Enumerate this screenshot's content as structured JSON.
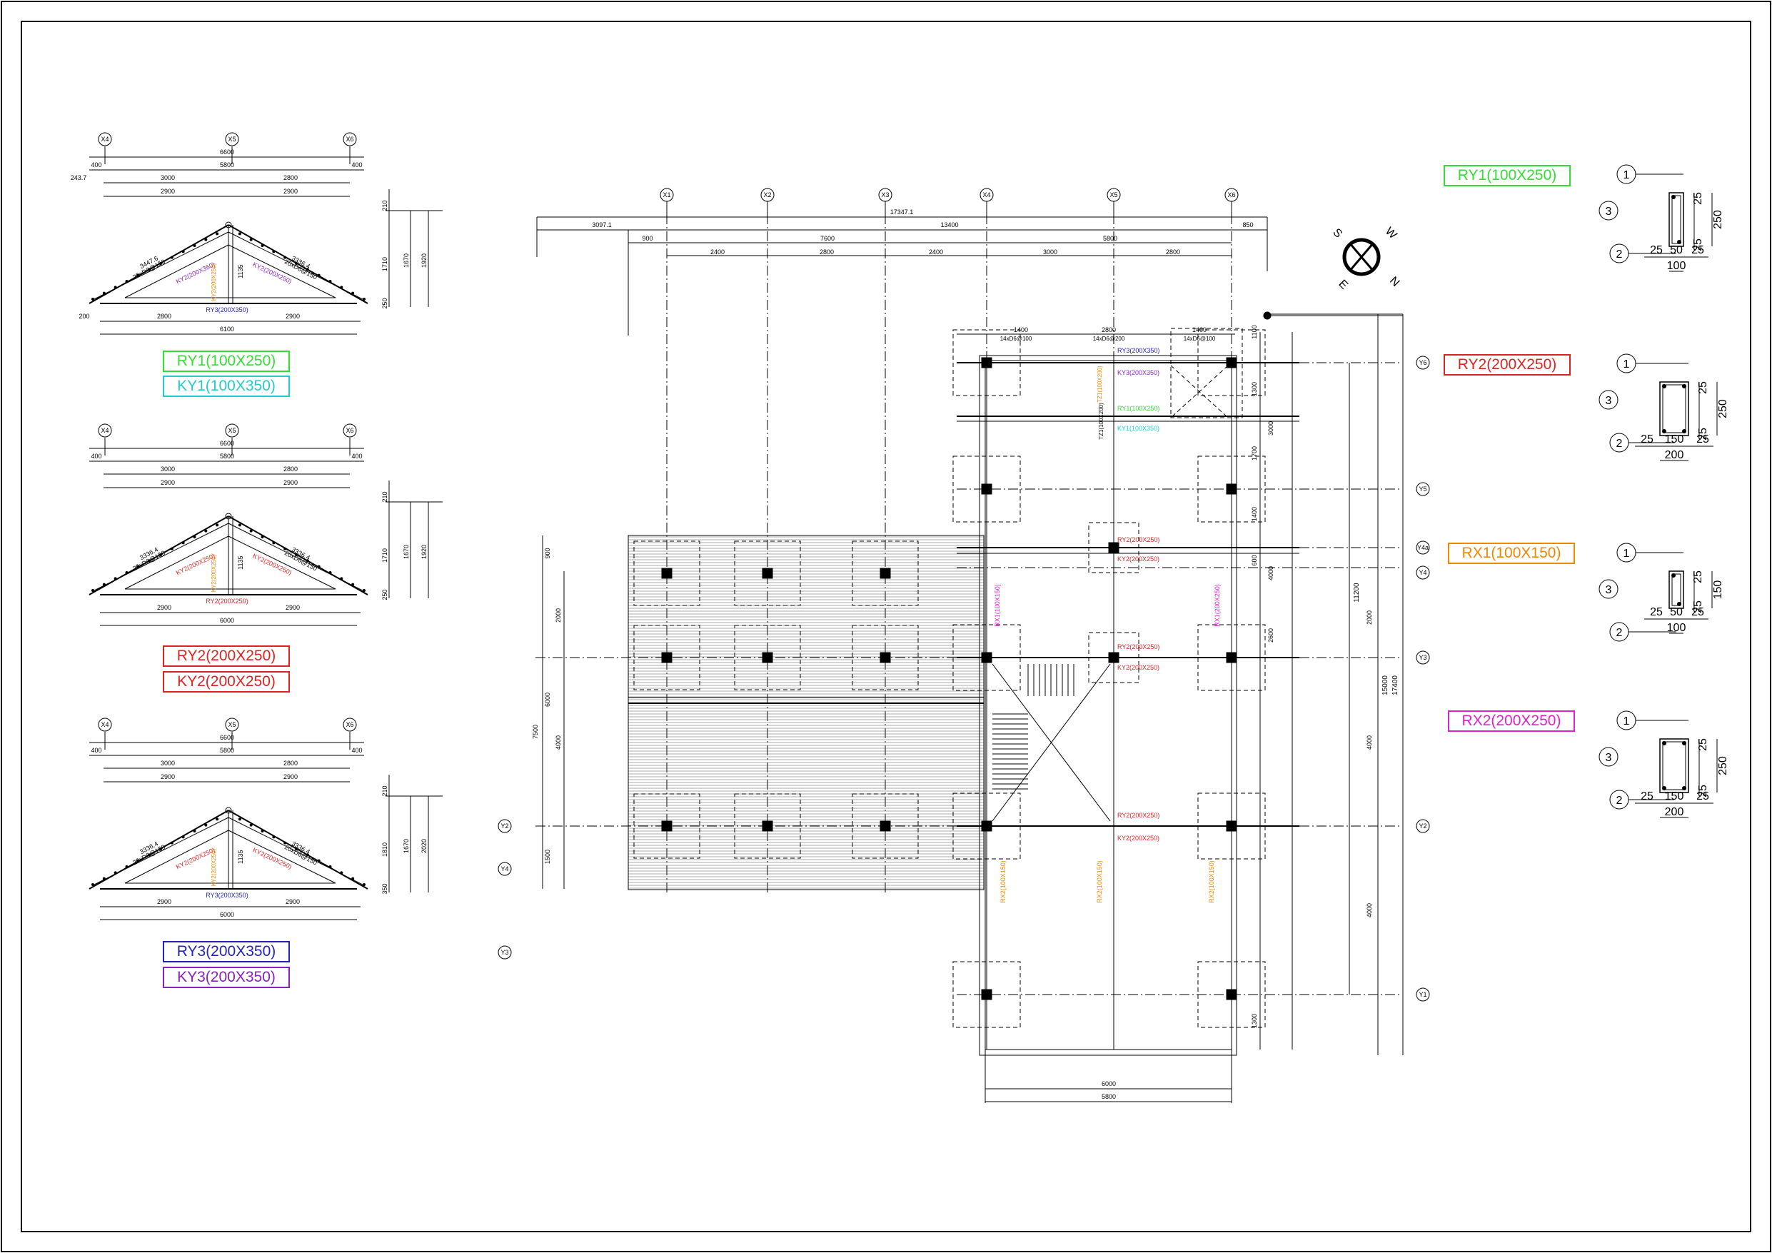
{
  "colors": {
    "green": "#33dd33",
    "cyan": "#22cccc",
    "red": "#dd2222",
    "blue": "#2222bb",
    "purple": "#8822bb",
    "orange": "#ee8800",
    "magenta": "#dd22cc",
    "line": "#000000"
  },
  "grid": {
    "x_top": [
      "X1",
      "X2",
      "X3",
      "X4",
      "X5",
      "X6"
    ],
    "y_right": [
      "Y6",
      "Y5",
      "Y4a",
      "Y4",
      "Y3",
      "Y2",
      "Y1"
    ],
    "y_left": [
      "Y2",
      "Y4",
      "Y3"
    ],
    "truss_axes": [
      "X4",
      "X5",
      "X6"
    ]
  },
  "plan": {
    "dims_top": {
      "overall": "17347.1",
      "left": "3097.1",
      "mid": "13400",
      "right": "850",
      "r2": [
        "900",
        "7600",
        "5800"
      ],
      "r3": [
        "2400",
        "2800",
        "2400",
        "3000",
        "2800"
      ]
    },
    "dims_core": [
      "1400",
      "2800",
      "1400"
    ],
    "rebar_core": [
      "14xD6@100",
      "14xD6@200",
      "14xD6@100"
    ],
    "dims_right_inner": [
      "1100",
      "1300",
      "3000",
      "1700",
      "1400",
      "600",
      "2000",
      "2600",
      "4000",
      "4000",
      "4000",
      "1300"
    ],
    "dims_right_outer": [
      "11200",
      "15000",
      "17400"
    ],
    "dims_left": [
      "900",
      "2000",
      "6000",
      "7500",
      "4000",
      "1500"
    ],
    "dims_bottom": [
      "6000",
      "5800"
    ],
    "beam_tags": [
      "RY3(200X350)",
      "KY3(200X350)",
      "RY1(100X250)",
      "KY1(100X350)",
      "RY2(200X250)",
      "KY2(200X250)",
      "RY2(200X250)",
      "KY2(200X250)",
      "RY2(200X250)",
      "KY2(200X250)"
    ],
    "vertical_tags": [
      "TZ1(100X200)",
      "RX1(100X150)",
      "RX2(100X150)",
      "RX2(100X150)",
      "RX2(100X150)",
      "RX1(200X250)"
    ],
    "compass": [
      "S",
      "W",
      "N",
      "E"
    ]
  },
  "trusses": [
    {
      "dims_top": [
        "6600",
        "400",
        "5800",
        "400",
        "3000",
        "2800",
        "2900",
        "2900"
      ],
      "left_off": "243.7",
      "slope": [
        "3447.6",
        "20xD6@150",
        "3336.4",
        "20xD6@150"
      ],
      "rise": [
        "210",
        "1710",
        "1670",
        "1920",
        "250"
      ],
      "mid": "1135",
      "inner_tags": [
        "KY2(200X350)",
        "KY2(200X250)"
      ],
      "bottom_tag": "RY3(200X350)",
      "dims_bottom": [
        "200",
        "2800",
        "2900",
        "6100"
      ],
      "labels": [
        "RY1(100X250)",
        "KY1(100X350)"
      ]
    },
    {
      "dims_top": [
        "6600",
        "400",
        "5800",
        "400",
        "3000",
        "2800",
        "2900",
        "2900"
      ],
      "slope": [
        "3336.4",
        "20xD6@150",
        "3336.4",
        "20xD6@150"
      ],
      "rise": [
        "210",
        "1710",
        "1670",
        "1920",
        "250"
      ],
      "mid": "1135",
      "inner_tags": [
        "KY2(200X250)",
        "KY2(200X250)"
      ],
      "bottom_tag": "RY2(200X250)",
      "dims_bottom": [
        "2900",
        "2900",
        "6000"
      ],
      "labels": [
        "RY2(200X250)",
        "KY2(200X250)"
      ]
    },
    {
      "dims_top": [
        "6600",
        "400",
        "5800",
        "400",
        "3000",
        "2800",
        "2900",
        "2900"
      ],
      "slope": [
        "3336.4",
        "20xD6@150",
        "3336.4",
        "20xD6@150"
      ],
      "rise": [
        "210",
        "1810",
        "1670",
        "2020",
        "350"
      ],
      "mid": "1135",
      "inner_tags": [
        "KY2(200X250)",
        "KY2(200X250)"
      ],
      "bottom_tag": "RY3(200X350)",
      "dims_bottom": [
        "2900",
        "2900",
        "6000"
      ],
      "labels": [
        "RY3(200X350)",
        "KY3(200X350)"
      ]
    }
  ],
  "sections": [
    {
      "label": "RY1(100X250)",
      "h": "250",
      "w": "100",
      "parts": [
        "25",
        "50",
        "25"
      ],
      "cover": "25"
    },
    {
      "label": "RY2(200X250)",
      "h": "250",
      "w": "200",
      "parts": [
        "25",
        "150",
        "25"
      ],
      "cover": "25"
    },
    {
      "label": "RX1(100X150)",
      "h": "150",
      "w": "100",
      "parts": [
        "25",
        "50",
        "25"
      ],
      "cover": "25"
    },
    {
      "label": "RX2(200X250)",
      "h": "250",
      "w": "200",
      "parts": [
        "25",
        "150",
        "25"
      ],
      "cover": "25"
    }
  ],
  "markers": [
    "1",
    "2",
    "3"
  ]
}
